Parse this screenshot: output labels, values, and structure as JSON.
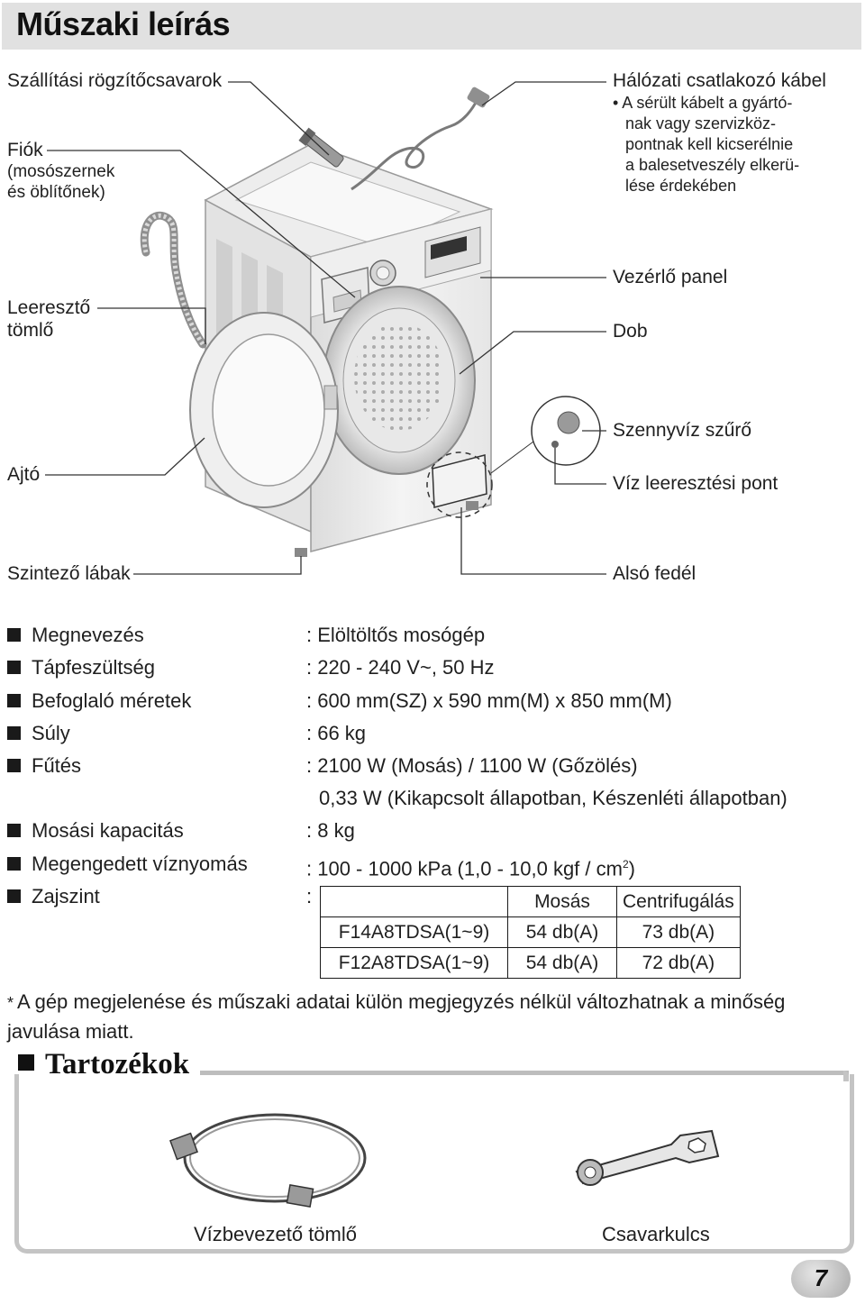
{
  "page": {
    "title": "Műszaki leírás",
    "number": "7"
  },
  "diagram": {
    "labels": {
      "shipping_bolts": "Szállítási rögzítőcsavarok",
      "drawer": "Fiók",
      "drawer_sub1": "(mosószernek",
      "drawer_sub2": "és öblítőnek)",
      "drain_hose1": "Leeresztő",
      "drain_hose2": "tömlő",
      "door": "Ajtó",
      "leveling_feet": "Szintező lábak",
      "power_cable": "Hálózati csatlakozó kábel",
      "power_note": [
        "• A sérült kábelt a gyártó-",
        "nak vagy szervizköz-",
        "pontnak kell kicserélnie",
        "a balesetveszély elkerü-",
        "lése érdekében"
      ],
      "control_panel": "Vezérlő panel",
      "drum": "Dob",
      "drain_filter": "Szennyvíz szűrő",
      "drain_point": "Víz leeresztési pont",
      "lower_cover": "Alsó fedél"
    }
  },
  "specs": [
    {
      "label": "Megnevezés",
      "value": ": Elöltöltős mosógép"
    },
    {
      "label": "Tápfeszültség",
      "value": ": 220 - 240 V~, 50 Hz"
    },
    {
      "label": "Befoglaló méretek",
      "value": ": 600 mm(SZ) x 590 mm(M) x 850 mm(M)"
    },
    {
      "label": "Súly",
      "value": ": 66 kg"
    },
    {
      "label": "Fűtés",
      "value": ": 2100 W (Mosás) / 1100 W (Gőzölés)"
    },
    {
      "label": "",
      "value": "0,33 W (Kikapcsolt állapotban, Készenléti állapotban)"
    },
    {
      "label": "Mosási kapacitás",
      "value": ": 8 kg"
    },
    {
      "label": "Megengedett víznyomás",
      "value_prefix": ": 100 - 1000 kPa (1,0 - 10,0 kgf / cm",
      "value_sup": "2",
      "value_suffix": ")"
    },
    {
      "label": "Zajszint",
      "value": ":"
    }
  ],
  "noise_table": {
    "headers": [
      "",
      "Mosás",
      "Centrifugálás"
    ],
    "rows": [
      [
        "F14A8TDSA(1~9)",
        "54 db(A)",
        "73 db(A)"
      ],
      [
        "F12A8TDSA(1~9)",
        "54 db(A)",
        "72 db(A)"
      ]
    ]
  },
  "footnote": {
    "mark": "*",
    "text": "A gép megjelenése és műszaki adatai külön megjegyzés nélkül változhatnak a minőség javulása miatt."
  },
  "accessories": {
    "title": "Tartozékok",
    "items": [
      {
        "label": "Vízbevezető tömlő",
        "icon": "inlet-hose-icon"
      },
      {
        "label": "Csavarkulcs",
        "icon": "wrench-icon"
      }
    ]
  }
}
